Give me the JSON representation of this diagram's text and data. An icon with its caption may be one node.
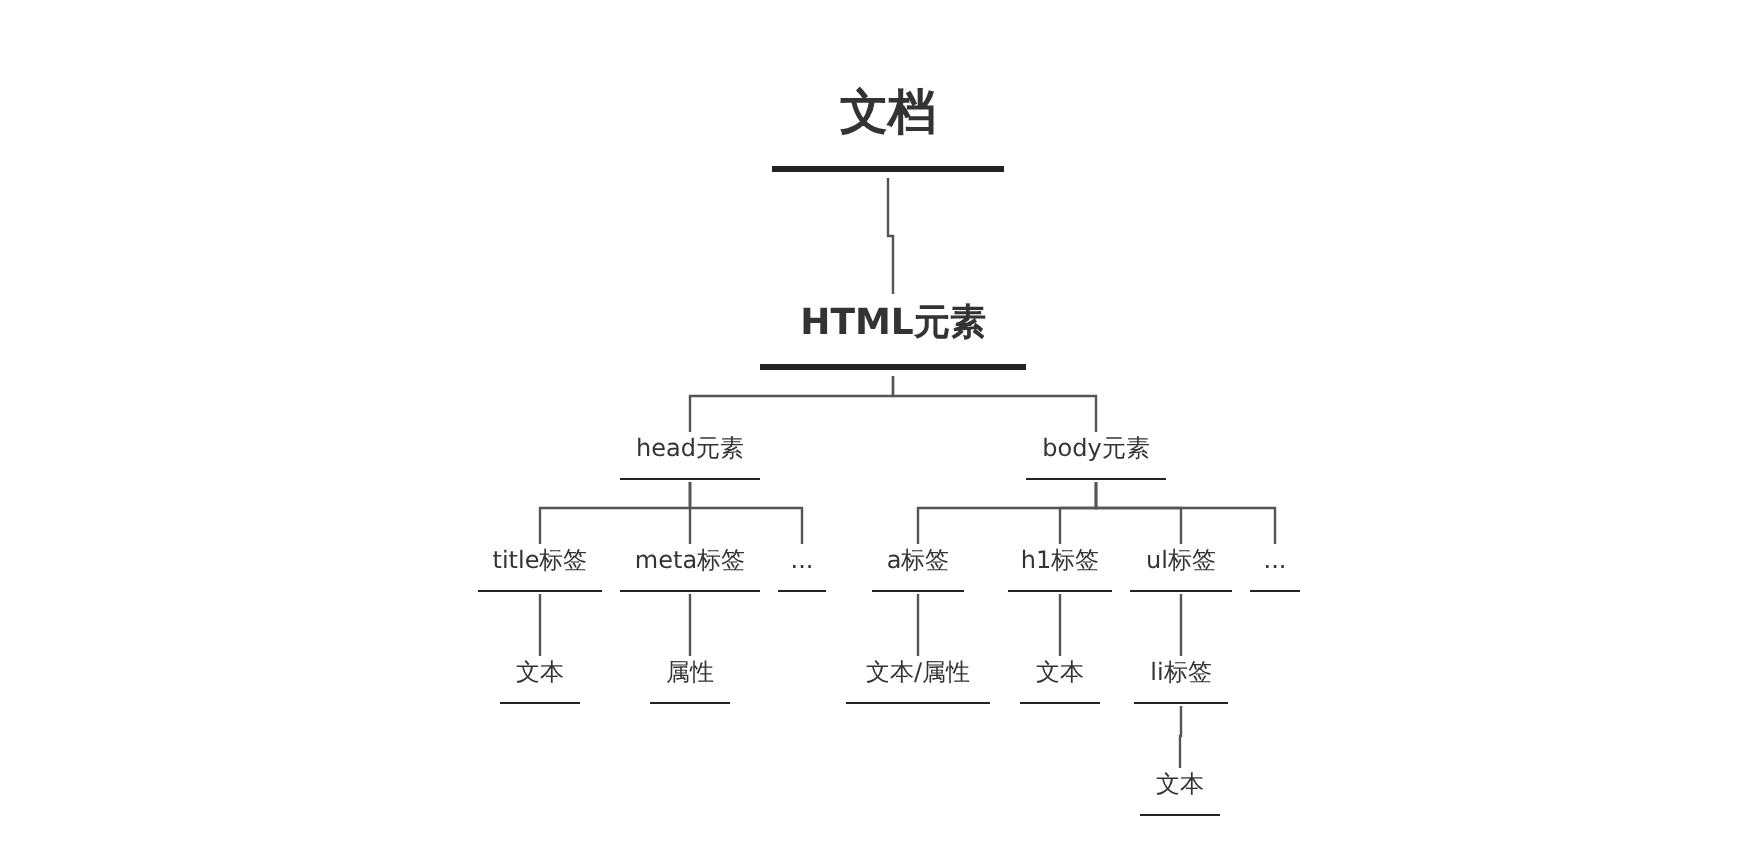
{
  "diagram": {
    "nodes": [
      {
        "text": [
          "文档"
        ]
      },
      {
        "text": [
          "HTML元素"
        ]
      },
      {
        "text": [
          "head元素"
        ]
      },
      {
        "text": [
          "body元素"
        ]
      },
      {
        "text": [
          "title标签"
        ]
      },
      {
        "text": [
          "meta标签"
        ]
      },
      {
        "text": [
          "..."
        ]
      },
      {
        "text": [
          "a标签"
        ]
      },
      {
        "text": [
          "h1标签"
        ]
      },
      {
        "text": [
          "ul标签"
        ]
      },
      {
        "text": [
          "..."
        ]
      },
      {
        "text": [
          "文本"
        ]
      },
      {
        "text": [
          "属性"
        ]
      },
      {
        "text": [
          "文本/属性"
        ]
      },
      {
        "text": [
          "文本"
        ]
      },
      {
        "text": [
          "li标签"
        ]
      },
      {
        "text": [
          "文本"
        ]
      }
    ],
    "edges": [
      {
        "from": 0,
        "to": 1,
        "arrow": "none"
      },
      {
        "from": 1,
        "to": 2,
        "arrow": "none"
      },
      {
        "from": 1,
        "to": 3,
        "arrow": "none"
      },
      {
        "from": 2,
        "to": 4,
        "arrow": "none"
      },
      {
        "from": 2,
        "to": 5,
        "arrow": "none"
      },
      {
        "from": 2,
        "to": 6,
        "arrow": "none"
      },
      {
        "from": 3,
        "to": 7,
        "arrow": "none"
      },
      {
        "from": 3,
        "to": 8,
        "arrow": "none"
      },
      {
        "from": 3,
        "to": 9,
        "arrow": "none"
      },
      {
        "from": 3,
        "to": 10,
        "arrow": "none"
      },
      {
        "from": 4,
        "to": 11,
        "arrow": "none"
      },
      {
        "from": 5,
        "to": 12,
        "arrow": "none"
      },
      {
        "from": 7,
        "to": 13,
        "arrow": "none"
      },
      {
        "from": 8,
        "to": 14,
        "arrow": "none"
      },
      {
        "from": 9,
        "to": 15,
        "arrow": "none"
      },
      {
        "from": 15,
        "to": 16,
        "arrow": "none"
      }
    ]
  }
}
